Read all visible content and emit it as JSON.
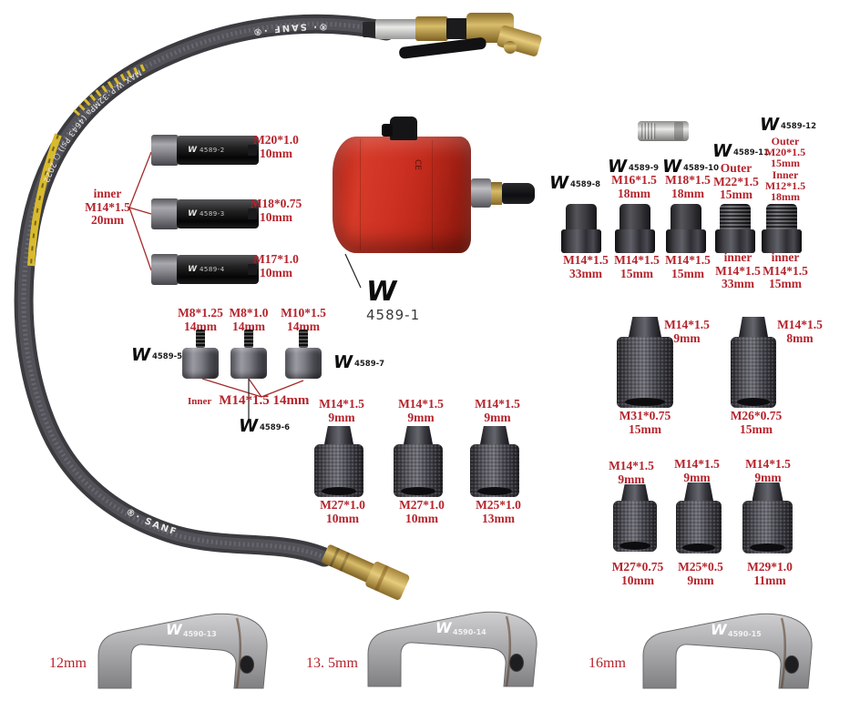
{
  "brand_logo": "W",
  "colors": {
    "label_red": "#b5232b",
    "device_red": "#c4281d",
    "brass": "#c3a04e",
    "clamp_gray": "#a9a9ab",
    "background": "#ffffff"
  },
  "hose": {
    "markings": {
      "top": "®· SANF ·®",
      "mid": "MAX W.P.:32MPa (4643 Psi) ○ 2022",
      "bottom": "®· SANF"
    }
  },
  "device": {
    "part_no": "4589-1",
    "body_mark": "CE"
  },
  "left_group": {
    "callout": [
      "inner",
      "M14*1.5",
      "20mm"
    ],
    "items": [
      {
        "part_no": "4589-2",
        "thread": "M20*1.0",
        "depth": "10mm"
      },
      {
        "part_no": "4589-3",
        "thread": "M18*0.75",
        "depth": "10mm"
      },
      {
        "part_no": "4589-4",
        "thread": "M17*1.0",
        "depth": "10mm"
      }
    ]
  },
  "stud_group": {
    "labels": [
      {
        "thread": "M8*1.25",
        "depth": "14mm"
      },
      {
        "thread": "M8*1.0",
        "depth": "14mm"
      },
      {
        "thread": "M10*1.5",
        "depth": "14mm"
      }
    ],
    "logo_left": "4589-5",
    "logo_bottom": "4589-6",
    "logo_right": "4589-7",
    "callout_prefix": "Inner",
    "callout_value": "M14*1.5 14mm"
  },
  "center_row": [
    {
      "top_thread": "M14*1.5",
      "top_depth": "9mm",
      "bottom_thread": "M27*1.0",
      "bottom_depth": "10mm"
    },
    {
      "top_thread": "M14*1.5",
      "top_depth": "9mm",
      "bottom_thread": "M27*1.0",
      "bottom_depth": "10mm"
    },
    {
      "top_thread": "M14*1.5",
      "top_depth": "9mm",
      "bottom_thread": "M25*1.0",
      "bottom_depth": "13mm"
    }
  ],
  "right_row": [
    {
      "part_no": "4589-8",
      "bottom": [
        "M14*1.5",
        "33mm"
      ]
    },
    {
      "part_no": "4589-9",
      "top": [
        "M16*1.5",
        "18mm"
      ],
      "bottom": [
        "M14*1.5",
        "15mm"
      ]
    },
    {
      "part_no": "4589-10",
      "top": [
        "M18*1.5",
        "18mm"
      ],
      "bottom": [
        "M14*1.5",
        "15mm"
      ]
    },
    {
      "part_no": "4589-11",
      "top": [
        "Outer",
        "M22*1.5",
        "15mm"
      ],
      "bottom": [
        "inner",
        "M14*1.5",
        "33mm"
      ]
    },
    {
      "part_no": "4589-12",
      "top": [
        "Outer",
        "M20*1.5",
        "15mm",
        "Inner",
        "M12*1.5",
        "18mm"
      ],
      "bottom": [
        "inner",
        "M14*1.5",
        "15mm"
      ]
    }
  ],
  "right_mid_row": [
    {
      "top_thread": "M14*1.5",
      "top_depth": "9mm",
      "bottom_thread": "M31*0.75",
      "bottom_depth": "15mm"
    },
    {
      "top_thread": "M14*1.5",
      "top_depth": "8mm",
      "bottom_thread": "M26*0.75",
      "bottom_depth": "15mm"
    }
  ],
  "right_bottom_row": [
    {
      "top_thread": "M14*1.5",
      "top_depth": "9mm",
      "bottom_thread": "M27*0.75",
      "bottom_depth": "10mm"
    },
    {
      "top_thread": "M14*1.5",
      "top_depth": "9mm",
      "bottom_thread": "M25*0.5",
      "bottom_depth": "9mm"
    },
    {
      "top_thread": "M14*1.5",
      "top_depth": "9mm",
      "bottom_thread": "M29*1.0",
      "bottom_depth": "11mm"
    }
  ],
  "clamps": [
    {
      "size": "12mm",
      "part_no": "4590-13"
    },
    {
      "size": "13. 5mm",
      "part_no": "4590-14"
    },
    {
      "size": "16mm",
      "part_no": "4590-15"
    }
  ]
}
